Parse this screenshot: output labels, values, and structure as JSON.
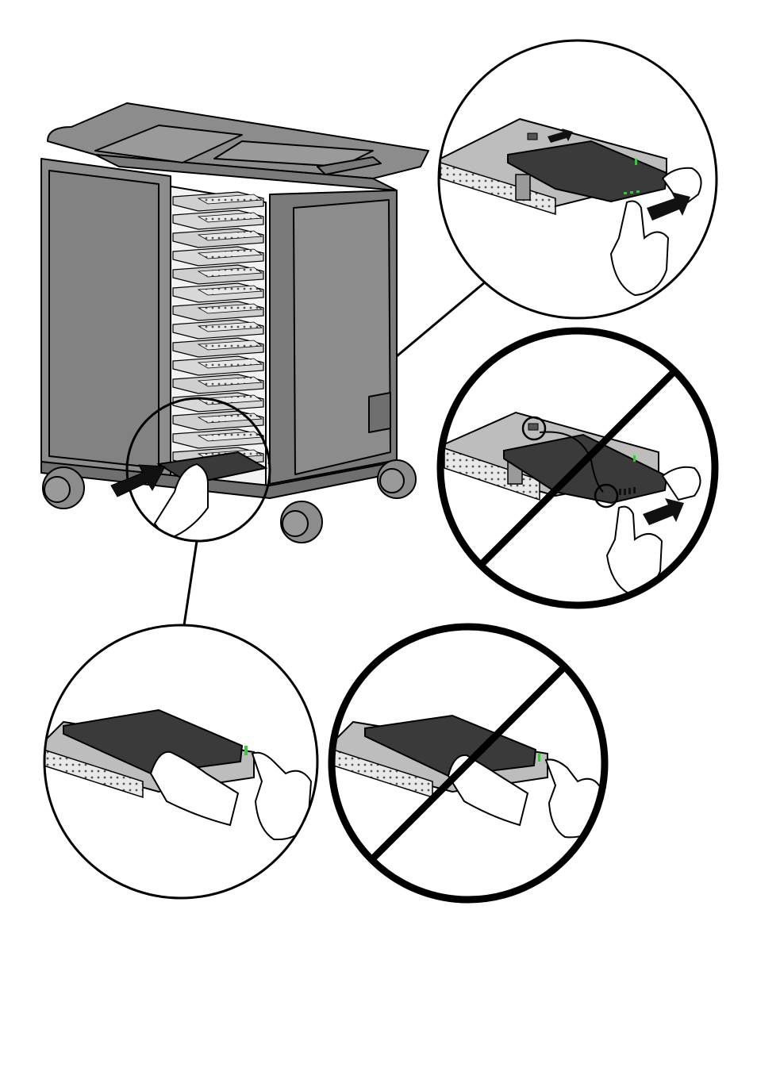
{
  "colors": {
    "cart_body": "#8c8c8c",
    "cart_dark": "#6f6f6f",
    "tablet": "#3a3a3a",
    "tray": "#bdbdbd",
    "led": "#3cc43c",
    "outline": "#000000",
    "skin": "#ffffff",
    "background": "#ffffff"
  },
  "icons": {
    "cart": "charging-cart-icon",
    "arrow": "insert-arrow-icon",
    "prohibited": "prohibition-slash-icon",
    "hand": "hand-icon"
  },
  "panels": [
    {
      "id": "detail-correct-insert",
      "status": "correct"
    },
    {
      "id": "detail-wrong-cable",
      "status": "prohibited"
    },
    {
      "id": "detail-correct-led",
      "status": "correct"
    },
    {
      "id": "detail-wrong-led",
      "status": "prohibited"
    }
  ]
}
